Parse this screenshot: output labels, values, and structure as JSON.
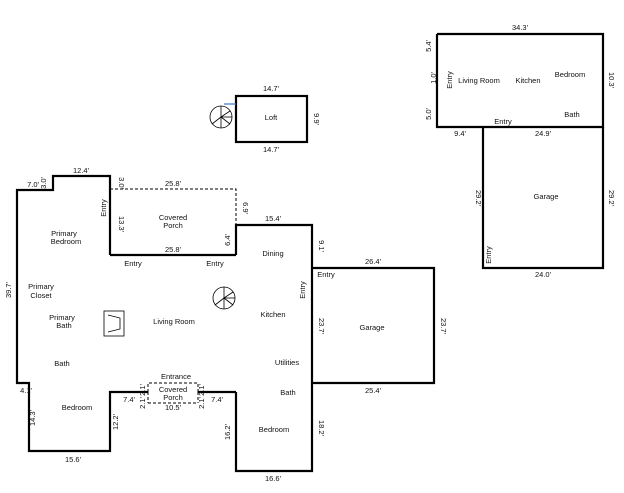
{
  "rooms": {
    "loft": "Loft",
    "primary_bedroom_1": "Primary",
    "primary_bedroom_2": "Bedroom",
    "primary_closet_1": "Primary",
    "primary_closet_2": "Closet",
    "primary_bath_1": "Primary",
    "primary_bath_2": "Bath",
    "bath_left": "Bath",
    "bedroom_left": "Bedroom",
    "covered_porch_top_1": "Covered",
    "covered_porch_top_2": "Porch",
    "entry_top_vertical": "Entry",
    "entry_mid_left": "Entry",
    "entry_mid_right": "Entry",
    "living_room": "Living Room",
    "dining": "Dining",
    "kitchen": "Kitchen",
    "utilities": "Utilities",
    "bath_center": "Bath",
    "bedroom_center": "Bedroom",
    "entry_center_vertical": "Entry",
    "entry_garage": "Entry",
    "garage_main": "Garage",
    "entrance": "Entrance",
    "covered_porch_bottom_1": "Covered",
    "covered_porch_bottom_2": "Porch",
    "adu_entry_vertical": "Entry",
    "adu_living_room": "Living Room",
    "adu_kitchen": "Kitchen",
    "adu_bedroom": "Bedroom",
    "adu_bath": "Bath",
    "adu_entry": "Entry",
    "adu_garage": "Garage",
    "adu_garage_entry": "Entry"
  },
  "dims": {
    "loft_top": "14.7'",
    "loft_bottom": "14.7'",
    "loft_right": "9.9'",
    "main_top_left": "7.0'",
    "main_top_left_step": "3.0'",
    "main_top_center": "12.4'",
    "main_top_entry": "3.0'",
    "porch_top": "25.8'",
    "porch_bottom": "25.8'",
    "porch_right": "6.9'",
    "porch_left_lower": "6.4'",
    "entry_height": "13.3'",
    "center_top": "15.4'",
    "center_right_upper": "9.1'",
    "garage_top": "26.4'",
    "garage_bottom": "25.4'",
    "garage_left": "23.7'",
    "garage_right": "23.7'",
    "main_left": "39.7'",
    "main_left_step": "4.1'",
    "bedroom_left_height": "14.3'",
    "bedroom_right_height": "12.2'",
    "bottom_left": "15.6'",
    "porch_bottom_width": "10.5'",
    "porch_side_left": "7.4'",
    "porch_side_right": "7.4'",
    "porch_small_1": "2.1'",
    "porch_small_2": "2.1'",
    "porch_small_3": "2.1'",
    "porch_small_4": "2.1'",
    "center_left_lower": "16.2'",
    "center_right_lower": "18.2'",
    "center_bottom": "16.6'",
    "adu_top": "34.3'",
    "adu_left_upper": "5.4'",
    "adu_left_mid": "1.0'",
    "adu_left_lower": "5.0'",
    "adu_right": "10.3'",
    "adu_bottom_left": "9.4'",
    "adu_bottom_right": "24.9'",
    "adu_garage_left": "29.2'",
    "adu_garage_right": "29.2'",
    "adu_garage_bottom": "24.0'"
  }
}
